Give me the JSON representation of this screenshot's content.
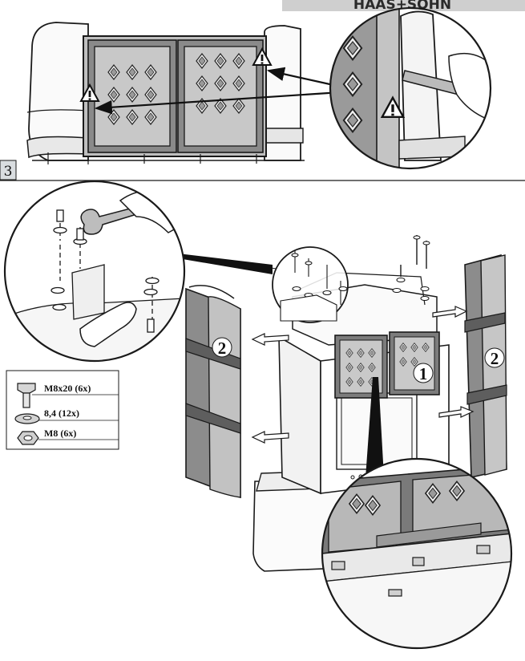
{
  "header": {
    "brand": "HAAS+SOHN"
  },
  "steps": {
    "step_number": "3"
  },
  "callouts": {
    "part_1": "1",
    "part_2_left": "2",
    "part_2_right": "2"
  },
  "hardware_legend": {
    "bolt": "M8x20 (6x)",
    "washer": "8,4 (12x)",
    "nut": "M8 (6x)"
  },
  "icons": [
    "warning-triangle-icon",
    "wrench-icon",
    "arrow-icon"
  ],
  "colors": {
    "line": "#1a1a1a",
    "panel_dark": "#6f6f6f",
    "panel_light": "#d9d9d9",
    "step_box": "#d9dde0"
  }
}
